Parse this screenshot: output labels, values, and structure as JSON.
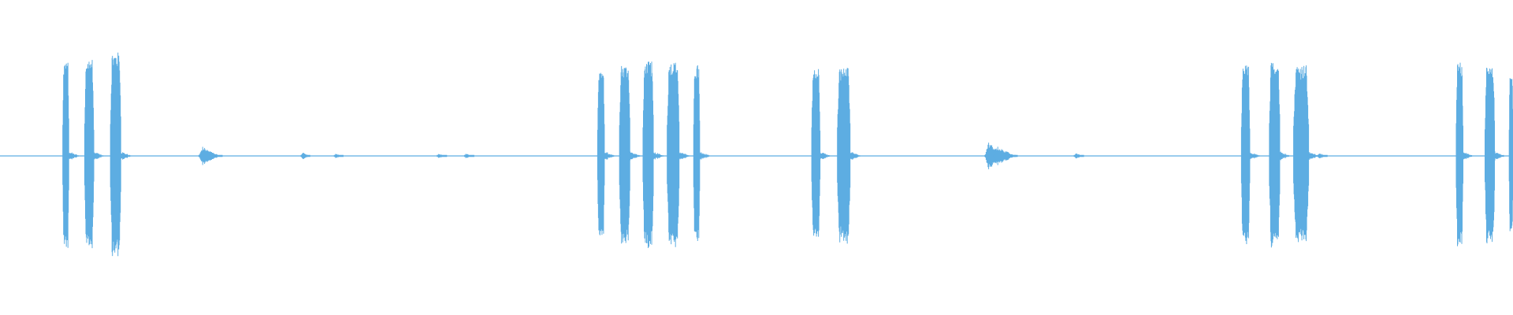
{
  "waveform": {
    "color": "#5dade2",
    "baseline_amplitude": 0.01,
    "bursts": [
      {
        "start": 0.0415,
        "end": 0.0455,
        "peak": 0.6
      },
      {
        "start": 0.056,
        "end": 0.062,
        "peak": 0.62
      },
      {
        "start": 0.073,
        "end": 0.08,
        "peak": 0.66
      },
      {
        "start": 0.395,
        "end": 0.3995,
        "peak": 0.55
      },
      {
        "start": 0.4095,
        "end": 0.4165,
        "peak": 0.58
      },
      {
        "start": 0.425,
        "end": 0.432,
        "peak": 0.6
      },
      {
        "start": 0.441,
        "end": 0.449,
        "peak": 0.6
      },
      {
        "start": 0.4585,
        "end": 0.4625,
        "peak": 0.58
      },
      {
        "start": 0.5365,
        "end": 0.542,
        "peak": 0.56
      },
      {
        "start": 0.5535,
        "end": 0.562,
        "peak": 0.56
      },
      {
        "start": 0.8205,
        "end": 0.826,
        "peak": 0.58
      },
      {
        "start": 0.839,
        "end": 0.846,
        "peak": 0.6
      },
      {
        "start": 0.855,
        "end": 0.865,
        "peak": 0.58
      },
      {
        "start": 0.9625,
        "end": 0.967,
        "peak": 0.6
      },
      {
        "start": 0.9815,
        "end": 0.988,
        "peak": 0.56
      },
      {
        "start": 0.9975,
        "end": 1.0,
        "peak": 0.52
      }
    ],
    "small_events": [
      {
        "pos": 0.1325,
        "amp": 0.06
      },
      {
        "pos": 0.2,
        "amp": 0.025
      },
      {
        "pos": 0.222,
        "amp": 0.015
      },
      {
        "pos": 0.29,
        "amp": 0.015
      },
      {
        "pos": 0.308,
        "amp": 0.015
      },
      {
        "pos": 0.652,
        "amp": 0.09
      },
      {
        "pos": 0.658,
        "amp": 0.06
      },
      {
        "pos": 0.666,
        "amp": 0.03
      },
      {
        "pos": 0.711,
        "amp": 0.02
      },
      {
        "pos": 0.872,
        "amp": 0.02
      }
    ]
  }
}
